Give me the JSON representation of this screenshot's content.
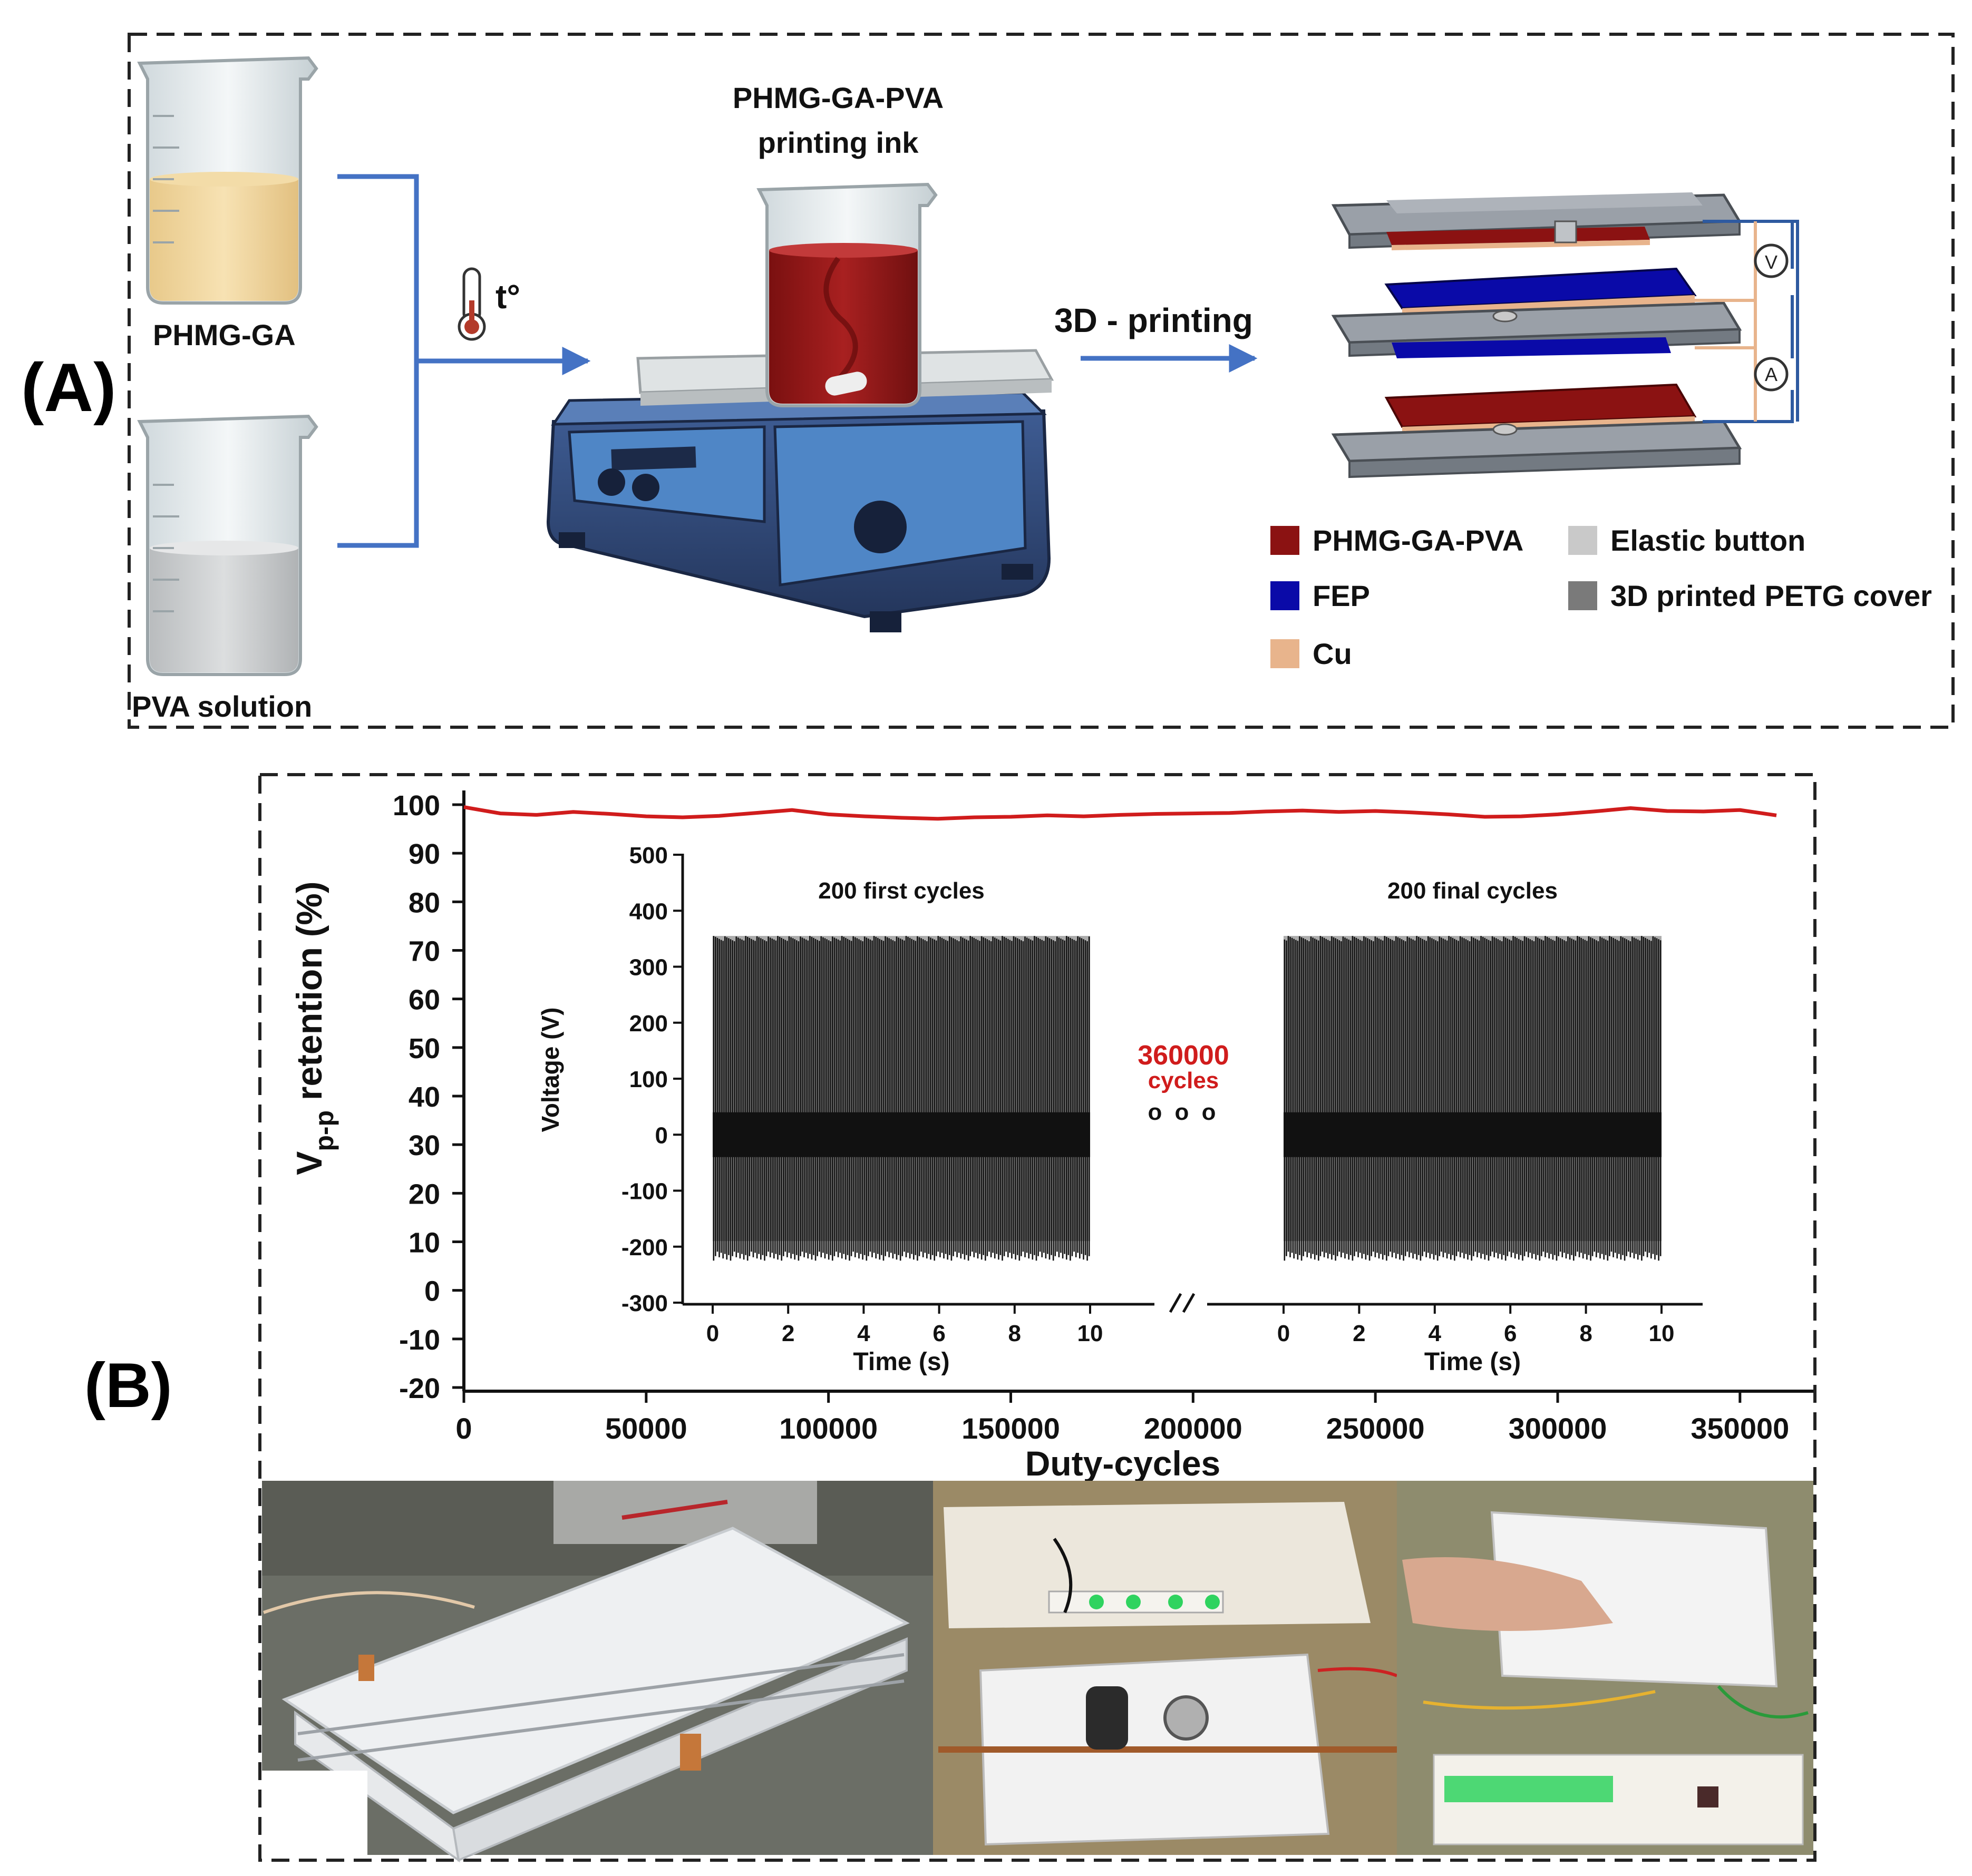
{
  "panel_a": {
    "label": "(A)",
    "beaker_1_label": "PHMG-GA",
    "beaker_2_label": "PVA solution",
    "heat_label": "t°",
    "ink_title_line1": "PHMG-GA-PVA",
    "ink_title_line2": "printing ink",
    "process_label": "3D - printing",
    "meter_v": "V",
    "meter_a": "A",
    "legend": [
      {
        "label": "PHMG-GA-PVA",
        "color": "#8b1212"
      },
      {
        "label": "FEP",
        "color": "#0a0aa8"
      },
      {
        "label": "Cu",
        "color": "#e8b48c"
      },
      {
        "label": "Elastic button",
        "color": "#c9c9c9"
      },
      {
        "label": "3D printed PETG cover",
        "color": "#7a7a7a"
      }
    ],
    "colors": {
      "flow_line": "#4472c4",
      "frame": "#222222"
    }
  },
  "panel_b": {
    "label": "(B)",
    "photo_icons": [
      "device-stack-photo",
      "led-board-photo",
      "hand-press-led-photo"
    ]
  },
  "chart_data": [
    {
      "type": "line",
      "ylabel_main": "V",
      "ylabel_sub": "p-p",
      "ylabel_rest": " retention (%)",
      "xlabel": "Duty-cycles",
      "xlim": [
        0,
        360000
      ],
      "ylim": [
        -20,
        100
      ],
      "xticks": [
        0,
        50000,
        100000,
        150000,
        200000,
        250000,
        300000,
        350000
      ],
      "yticks": [
        100,
        90,
        80,
        70,
        60,
        50,
        40,
        30,
        20,
        10,
        0,
        -10,
        -20
      ],
      "grid": false,
      "series": [
        {
          "color": "#d01c1c",
          "x": [
            0,
            10000,
            20000,
            30000,
            40000,
            50000,
            60000,
            70000,
            80000,
            90000,
            100000,
            110000,
            120000,
            130000,
            140000,
            150000,
            160000,
            170000,
            180000,
            190000,
            200000,
            210000,
            220000,
            230000,
            240000,
            250000,
            260000,
            270000,
            280000,
            290000,
            300000,
            310000,
            320000,
            330000,
            340000,
            350000,
            360000
          ],
          "y": [
            99.5,
            98.2,
            97.9,
            98.5,
            98.1,
            97.6,
            97.4,
            97.7,
            98.3,
            98.9,
            98.0,
            97.6,
            97.3,
            97.1,
            97.4,
            97.5,
            97.8,
            97.6,
            97.9,
            98.1,
            98.2,
            98.3,
            98.6,
            98.8,
            98.5,
            98.7,
            98.4,
            98.0,
            97.5,
            97.6,
            98.0,
            98.6,
            99.3,
            98.7,
            98.6,
            98.9,
            97.8
          ]
        }
      ]
    },
    {
      "type": "line",
      "ylabel": "Voltage (V)",
      "ylim": [
        -300,
        500
      ],
      "yticks": [
        500,
        400,
        300,
        200,
        100,
        0,
        -100,
        -200,
        -300
      ],
      "panels": [
        {
          "title": "200 first cycles",
          "xlabel": "Time (s)",
          "xlim": [
            0,
            10
          ],
          "xticks": [
            0,
            2,
            4,
            6,
            8,
            10
          ]
        },
        {
          "title": "200 final cycles",
          "xlabel": "Time (s)",
          "xlim": [
            0,
            10
          ],
          "xticks": [
            0,
            2,
            4,
            6,
            8,
            10
          ]
        }
      ],
      "signal": {
        "peak": 355,
        "trough": -225,
        "cycles_in_10s": 200
      },
      "annotation": {
        "value": "360000",
        "unit": "cycles",
        "dots": "o o o"
      },
      "annotation_color": "#d01c1c",
      "grid": false
    }
  ]
}
